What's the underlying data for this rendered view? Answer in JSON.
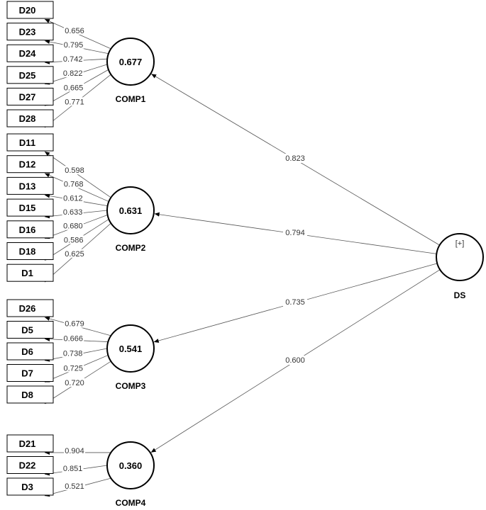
{
  "colors": {
    "line": "#555555",
    "node_stroke": "#000000",
    "background": "#ffffff"
  },
  "main": {
    "label": "DS",
    "expand": "[+]"
  },
  "constructs": [
    {
      "label": "COMP1",
      "r2": "0.677",
      "path": "0.823",
      "indicators": [
        {
          "name": "D20",
          "loading": "0.656"
        },
        {
          "name": "D23",
          "loading": "0.795"
        },
        {
          "name": "D24",
          "loading": "0.742"
        },
        {
          "name": "D25",
          "loading": "0.822"
        },
        {
          "name": "D27",
          "loading": "0.665"
        },
        {
          "name": "D28",
          "loading": "0.771"
        }
      ]
    },
    {
      "label": "COMP2",
      "r2": "0.631",
      "path": "0.794",
      "indicators": [
        {
          "name": "D11",
          "loading": "0.598"
        },
        {
          "name": "D12",
          "loading": "0.768"
        },
        {
          "name": "D13",
          "loading": "0.612"
        },
        {
          "name": "D15",
          "loading": "0.633"
        },
        {
          "name": "D16",
          "loading": "0.680"
        },
        {
          "name": "D18",
          "loading": "0.586"
        },
        {
          "name": "D1",
          "loading": "0.625"
        }
      ]
    },
    {
      "label": "COMP3",
      "r2": "0.541",
      "path": "0.735",
      "indicators": [
        {
          "name": "D26",
          "loading": "0.679"
        },
        {
          "name": "D5",
          "loading": "0.666"
        },
        {
          "name": "D6",
          "loading": "0.738"
        },
        {
          "name": "D7",
          "loading": "0.725"
        },
        {
          "name": "D8",
          "loading": "0.720"
        }
      ]
    },
    {
      "label": "COMP4",
      "r2": "0.360",
      "path": "0.600",
      "indicators": [
        {
          "name": "D21",
          "loading": "0.904"
        },
        {
          "name": "D22",
          "loading": "0.851"
        },
        {
          "name": "D3",
          "loading": "0.521"
        }
      ]
    }
  ]
}
